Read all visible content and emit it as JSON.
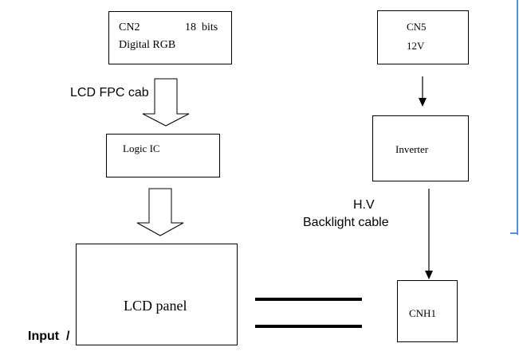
{
  "boxes": {
    "cn2": {
      "title": "CN2",
      "bits": "18  bits",
      "line2": "Digital RGB"
    },
    "cn5": {
      "title": "CN5",
      "voltage": "12V"
    },
    "logic_ic": {
      "label": "Logic IC"
    },
    "inverter": {
      "label": "Inverter"
    },
    "lcd_panel": {
      "label": "LCD panel"
    },
    "cnh1": {
      "label": "CNH1"
    }
  },
  "labels": {
    "lcd_fpc_cable": "LCD FPC cab",
    "hv": "H.V",
    "backlight_cable": "Backlight cable",
    "input": "Input  /"
  }
}
